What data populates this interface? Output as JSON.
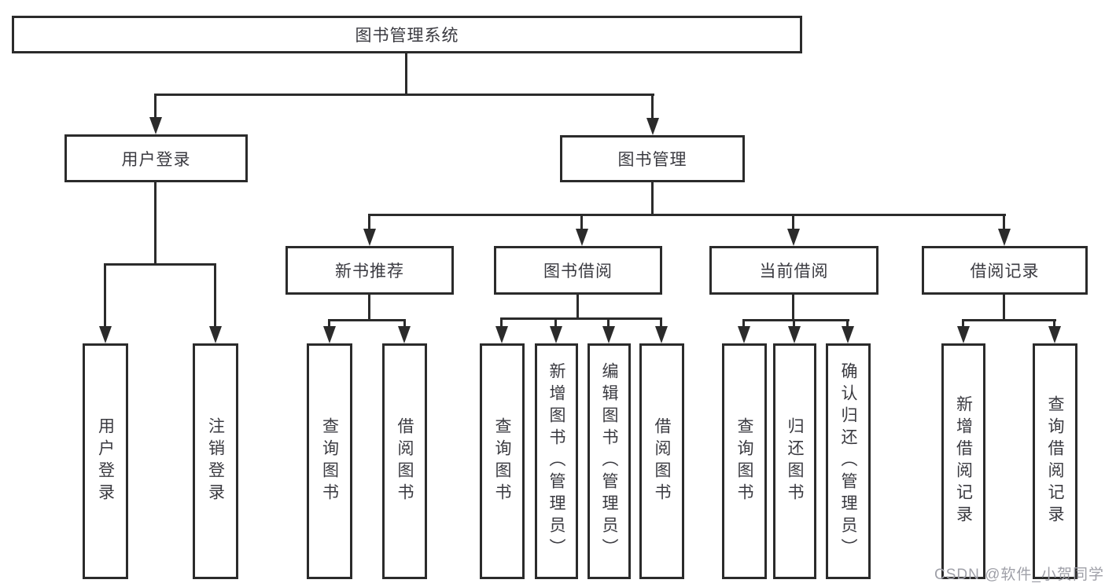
{
  "diagram": {
    "type": "tree",
    "title": "图书管理系统",
    "watermark": "CSDN @软件_小贺同学",
    "colors": {
      "line": "#2b2b2b",
      "border": "#2b2b2b",
      "text": "#3a3a40",
      "background": "#ffffff",
      "watermark": "#9fa0a8"
    },
    "nodes": {
      "root": "图书管理系统",
      "level2": [
        "用户登录",
        "图书管理"
      ],
      "level3": [
        "新书推荐",
        "图书借阅",
        "当前借阅",
        "借阅记录"
      ],
      "leaves": {
        "user_login": [
          "用户登录",
          "注销登录"
        ],
        "new_books": [
          "查询图书",
          "借阅图书"
        ],
        "book_borrow": [
          "查询图书",
          "新增图书（管理员）",
          "编辑图书（管理员）",
          "借阅图书"
        ],
        "current_borrow": [
          "查询图书",
          "归还图书",
          "确认归还（管理员）"
        ],
        "borrow_records": [
          "新增借阅记录",
          "查询借阅记录"
        ]
      }
    },
    "edges": [
      "图书管理系统→用户登录",
      "图书管理系统→图书管理",
      "用户登录→用户登录",
      "用户登录→注销登录",
      "图书管理→新书推荐",
      "图书管理→图书借阅",
      "图书管理→当前借阅",
      "图书管理→借阅记录",
      "新书推荐→查询图书",
      "新书推荐→借阅图书",
      "图书借阅→查询图书",
      "图书借阅→新增图书（管理员）",
      "图书借阅→编辑图书（管理员）",
      "图书借阅→借阅图书",
      "当前借阅→查询图书",
      "当前借阅→归还图书",
      "当前借阅→确认归还（管理员）",
      "借阅记录→新增借阅记录",
      "借阅记录→查询借阅记录"
    ]
  }
}
